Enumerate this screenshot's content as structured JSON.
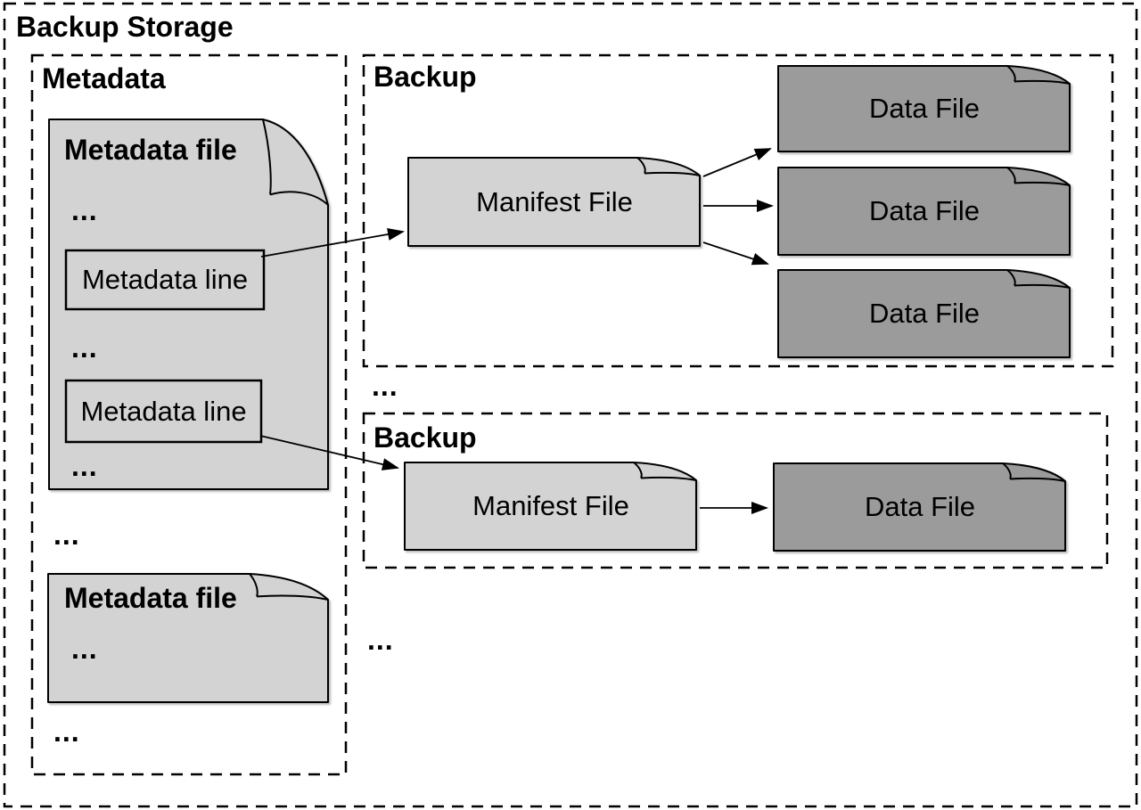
{
  "diagram": {
    "outer_label": "Backup Storage",
    "ellipsis": "...",
    "colors": {
      "file_light": "#d3d3d3",
      "file_dark": "#9b9b9b",
      "stroke": "#000000",
      "background": "#ffffff"
    },
    "metadata": {
      "label": "Metadata",
      "file1": {
        "title": "Metadata file",
        "lines": [
          "Metadata line",
          "Metadata line"
        ]
      },
      "file2": {
        "title": "Metadata file"
      }
    },
    "backups": [
      {
        "label": "Backup",
        "manifest": "Manifest File",
        "data_files": [
          "Data File",
          "Data File",
          "Data File"
        ]
      },
      {
        "label": "Backup",
        "manifest": "Manifest File",
        "data_files": [
          "Data File"
        ]
      }
    ]
  }
}
